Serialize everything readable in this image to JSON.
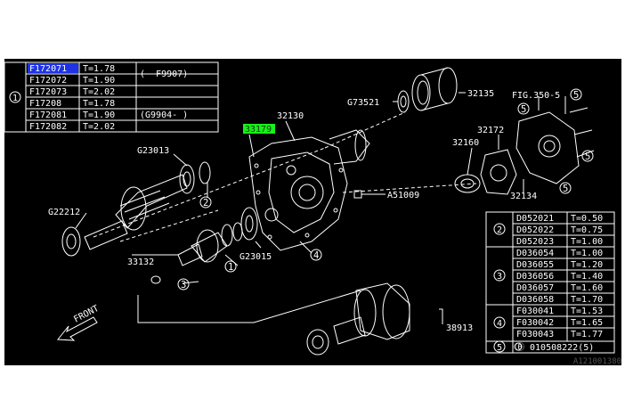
{
  "table_top_left": {
    "group": "1",
    "rows": [
      {
        "part": "F172071",
        "t": "T=1.78",
        "range": "(     -F9907)",
        "selected": true
      },
      {
        "part": "F172072",
        "t": "T=1.90",
        "range": ""
      },
      {
        "part": "F172073",
        "t": "T=2.02",
        "range": ""
      },
      {
        "part": "F17208",
        "t": "T=1.78",
        "range": "(G9904-     )"
      },
      {
        "part": "F172081",
        "t": "T=1.90",
        "range": ""
      },
      {
        "part": "F172082",
        "t": "T=2.02",
        "range": ""
      }
    ]
  },
  "table_right": [
    {
      "group": "2",
      "rows": [
        {
          "part": "D052021",
          "t": "T=0.50"
        },
        {
          "part": "D052022",
          "t": "T=0.75"
        },
        {
          "part": "D052023",
          "t": "T=1.00"
        }
      ]
    },
    {
      "group": "3",
      "rows": [
        {
          "part": "D036054",
          "t": "T=1.00"
        },
        {
          "part": "D036055",
          "t": "T=1.20"
        },
        {
          "part": "D036056",
          "t": "T=1.40"
        },
        {
          "part": "D036057",
          "t": "T=1.60"
        },
        {
          "part": "D036058",
          "t": "T=1.70"
        }
      ]
    },
    {
      "group": "4",
      "rows": [
        {
          "part": "F030041",
          "t": "T=1.53"
        },
        {
          "part": "F030042",
          "t": "T=1.65"
        },
        {
          "part": "F030043",
          "t": "T=1.77"
        }
      ]
    },
    {
      "group": "5",
      "rows": [
        {
          "part": "Ⓑ 010508222(5)",
          "t": ""
        }
      ]
    }
  ],
  "part_labels": {
    "p32130": "32130",
    "p33179": "33179",
    "p73521": "G73521",
    "p32135": "32135",
    "pfig": "FIG.350-5",
    "p23013": "G23013",
    "p32172": "32172",
    "p32160": "32160",
    "p51009": "A51009",
    "p32134": "32134",
    "p22212": "G22212",
    "p33132": "33132",
    "p23015": "G23015",
    "p38913": "38913",
    "front": "FRONT"
  },
  "callouts": {
    "c1": "1",
    "c2": "2",
    "c3": "3",
    "c4": "4",
    "c5": "5"
  },
  "footer": {
    "code": "A121001380"
  },
  "colors": {
    "background": "#000000",
    "line": "#ffffff",
    "selected": "#1e32e6",
    "highlight": "#18f018"
  }
}
